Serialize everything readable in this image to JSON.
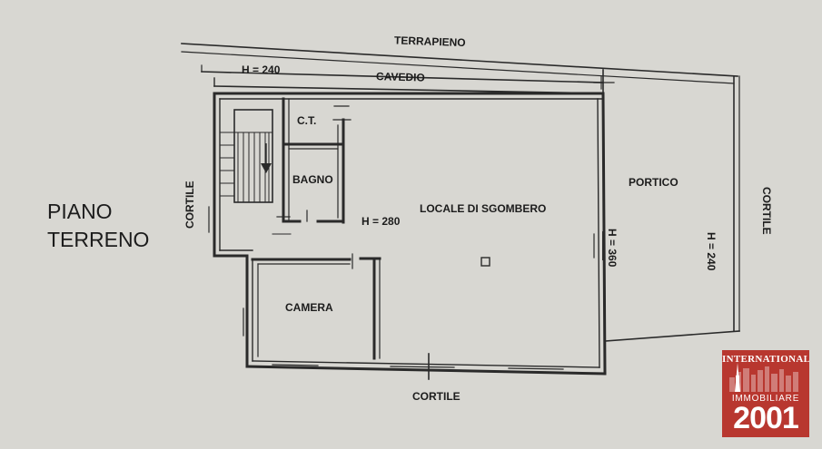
{
  "plan": {
    "title_line1": "PIANO",
    "title_line2": "TERRENO",
    "labels": {
      "terrapieno": "TERRAPIENO",
      "cavedio": "CAVEDIO",
      "h_240_top": "H = 240",
      "ct": "C.T.",
      "bagno": "BAGNO",
      "locale": "LOCALE DI SGOMBERO",
      "h_280": "H = 280",
      "portico": "PORTICO",
      "h_360": "H = 360",
      "h_240_portico": "H = 240",
      "camera": "CAMERA",
      "cortile_left": "CORTILE",
      "cortile_right": "CORTILE",
      "cortile_bottom": "CORTILE"
    }
  },
  "logo": {
    "line1": "INTERNATIONAL",
    "line2": "IMMOBILIARE",
    "line3": "2001",
    "colors": {
      "background": "#b8372f",
      "text": "#ffffff"
    }
  }
}
